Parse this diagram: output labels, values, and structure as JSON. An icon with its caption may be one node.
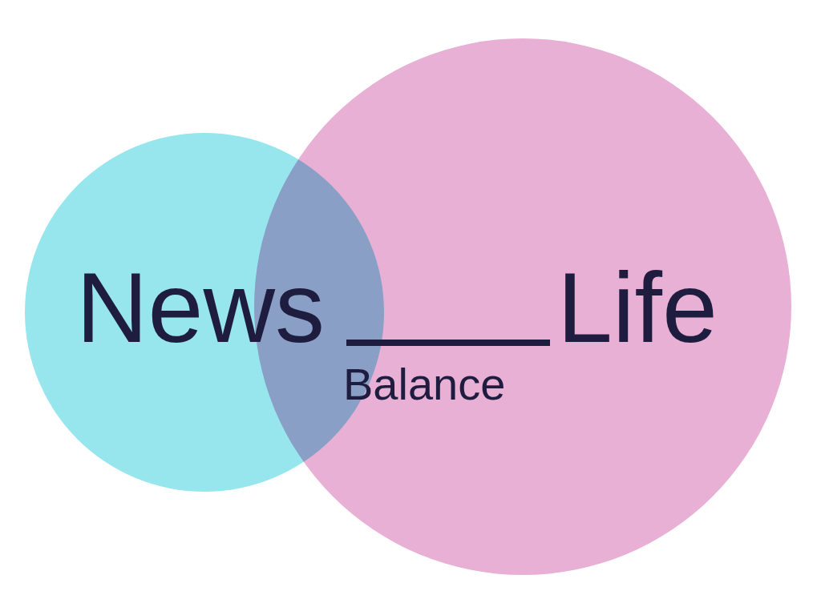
{
  "diagram": {
    "nodes": [
      {
        "text": [
          "News"
        ]
      },
      {
        "text": [
          "Life"
        ]
      }
    ],
    "edges": [],
    "labels": [
      "Balance"
    ]
  }
}
